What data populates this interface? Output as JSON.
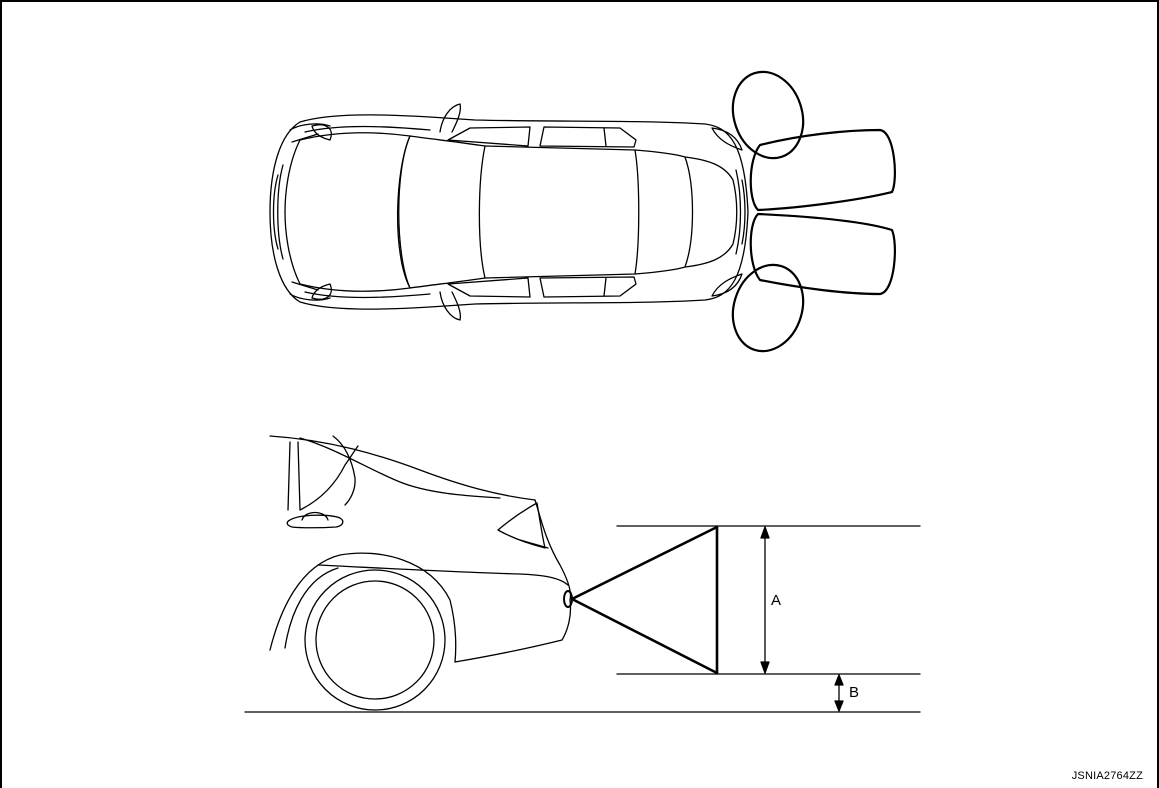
{
  "figure": {
    "dimension_a_label": "A",
    "dimension_b_label": "B",
    "reference_code": "JSNIA2764ZZ"
  },
  "colors": {
    "line": "#000000",
    "background": "#ffffff"
  }
}
